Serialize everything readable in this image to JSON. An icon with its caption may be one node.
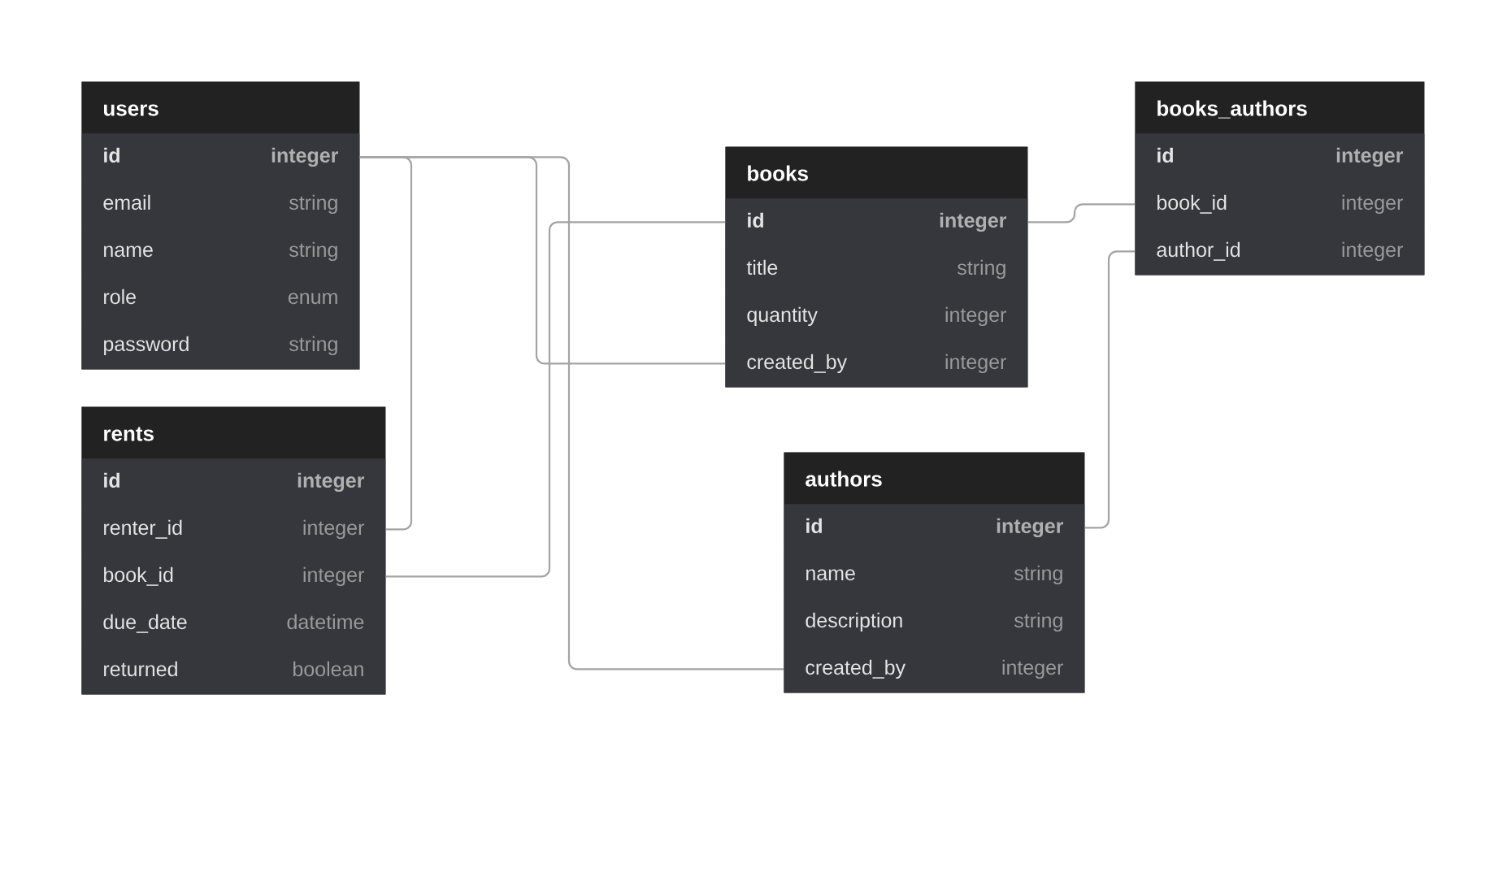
{
  "diagram": {
    "nodes": [
      {
        "text": [
          "users"
        ]
      },
      {
        "text": [
          "id",
          "integer"
        ],
        "in": 0
      },
      {
        "text": [
          "email",
          "string"
        ],
        "in": 0
      },
      {
        "text": [
          "name",
          "string"
        ],
        "in": 0
      },
      {
        "text": [
          "role",
          "enum"
        ],
        "in": 0
      },
      {
        "text": [
          "password",
          "string"
        ],
        "in": 0
      },
      {
        "text": [
          "rents"
        ]
      },
      {
        "text": [
          "id",
          "integer"
        ],
        "in": 6
      },
      {
        "text": [
          "renter_id",
          "integer"
        ],
        "in": 6
      },
      {
        "text": [
          "book_id",
          "integer"
        ],
        "in": 6
      },
      {
        "text": [
          "due_date",
          "datetime"
        ],
        "in": 6
      },
      {
        "text": [
          "returned",
          "boolean"
        ],
        "in": 6
      },
      {
        "text": [
          "books"
        ]
      },
      {
        "text": [
          "id",
          "integer"
        ],
        "in": 12
      },
      {
        "text": [
          "title",
          "string"
        ],
        "in": 12
      },
      {
        "text": [
          "quantity",
          "integer"
        ],
        "in": 12
      },
      {
        "text": [
          "created_by",
          "integer"
        ],
        "in": 12
      },
      {
        "text": [
          "books_authors"
        ]
      },
      {
        "text": [
          "id",
          "integer"
        ],
        "in": 17
      },
      {
        "text": [
          "book_id",
          "integer"
        ],
        "in": 17
      },
      {
        "text": [
          "author_id",
          "integer"
        ],
        "in": 17
      },
      {
        "text": [
          "authors"
        ]
      },
      {
        "text": [
          "id",
          "integer"
        ],
        "in": 21
      },
      {
        "text": [
          "name",
          "string"
        ],
        "in": 21
      },
      {
        "text": [
          "description",
          "string"
        ],
        "in": 21
      },
      {
        "text": [
          "created_by",
          "integer"
        ],
        "in": 21
      }
    ],
    "edges": [
      {
        "from": 1,
        "to": 8,
        "arrow": "none"
      },
      {
        "from": 1,
        "to": 16,
        "arrow": "none"
      },
      {
        "from": 1,
        "to": 25,
        "arrow": "none"
      },
      {
        "from": 13,
        "to": 9,
        "arrow": "none"
      },
      {
        "from": 13,
        "to": 19,
        "arrow": "none"
      },
      {
        "from": 22,
        "to": 20,
        "arrow": "none"
      }
    ]
  }
}
